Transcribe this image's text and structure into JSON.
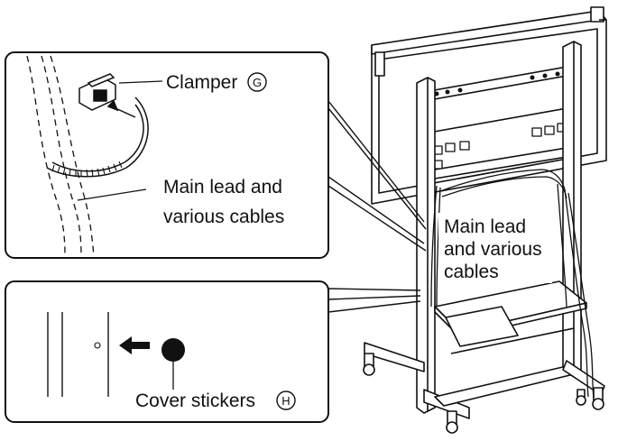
{
  "callout_top": {
    "clamper_label": "Clamper",
    "clamper_marker": "G",
    "cables_label_line1": "Main lead and",
    "cables_label_line2": "various cables"
  },
  "callout_bottom": {
    "sticker_label": "Cover stickers",
    "sticker_marker": "H"
  },
  "stand_label": {
    "line1": "Main lead",
    "line2": "and various",
    "line3": "cables"
  },
  "colors": {
    "line": "#111111",
    "background": "#ffffff",
    "sticker": "#111111"
  }
}
